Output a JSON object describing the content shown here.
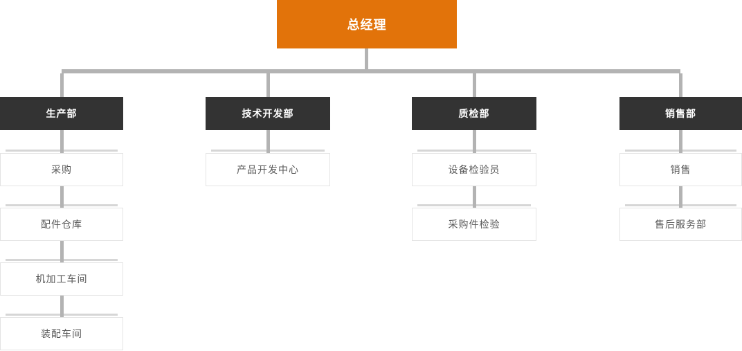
{
  "org_chart": {
    "root": {
      "label": "总经理"
    },
    "departments": [
      {
        "label": "生产部",
        "children": [
          "采购",
          "配件仓库",
          "机加工车间",
          "装配车间"
        ]
      },
      {
        "label": "技术开发部",
        "children": [
          "产品开发中心"
        ]
      },
      {
        "label": "质检部",
        "children": [
          "设备检验员",
          "采购件检验"
        ]
      },
      {
        "label": "销售部",
        "children": [
          "销售",
          "售后服务部"
        ]
      }
    ],
    "colors": {
      "root_bg": "#E2730A",
      "root_text": "#FFFFFF",
      "dept_bg": "#333333",
      "dept_text": "#FFFFFF",
      "child_bg": "#FFFFFF",
      "child_border": "#E3E3E3",
      "child_text": "#595959",
      "connector": "#B3B3B3",
      "cap": "#D6D6D6"
    }
  }
}
